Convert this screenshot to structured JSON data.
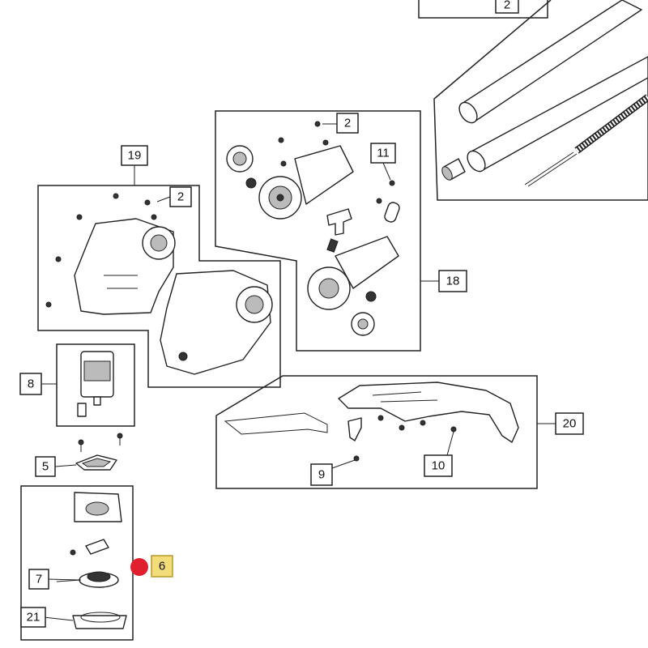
{
  "diagram": {
    "callouts": {
      "c2_top": "2",
      "c2_group18": "2",
      "c2_group19": "2",
      "c19": "19",
      "c11": "11",
      "c18": "18",
      "c8": "8",
      "c5": "5",
      "c20": "20",
      "c9": "9",
      "c10": "10",
      "c6": "6",
      "c7": "7",
      "c21": "21"
    },
    "colors": {
      "highlight_marker": "#e0202e",
      "highlight_label_bg": "#f3dd7b",
      "line": "#222222"
    }
  }
}
